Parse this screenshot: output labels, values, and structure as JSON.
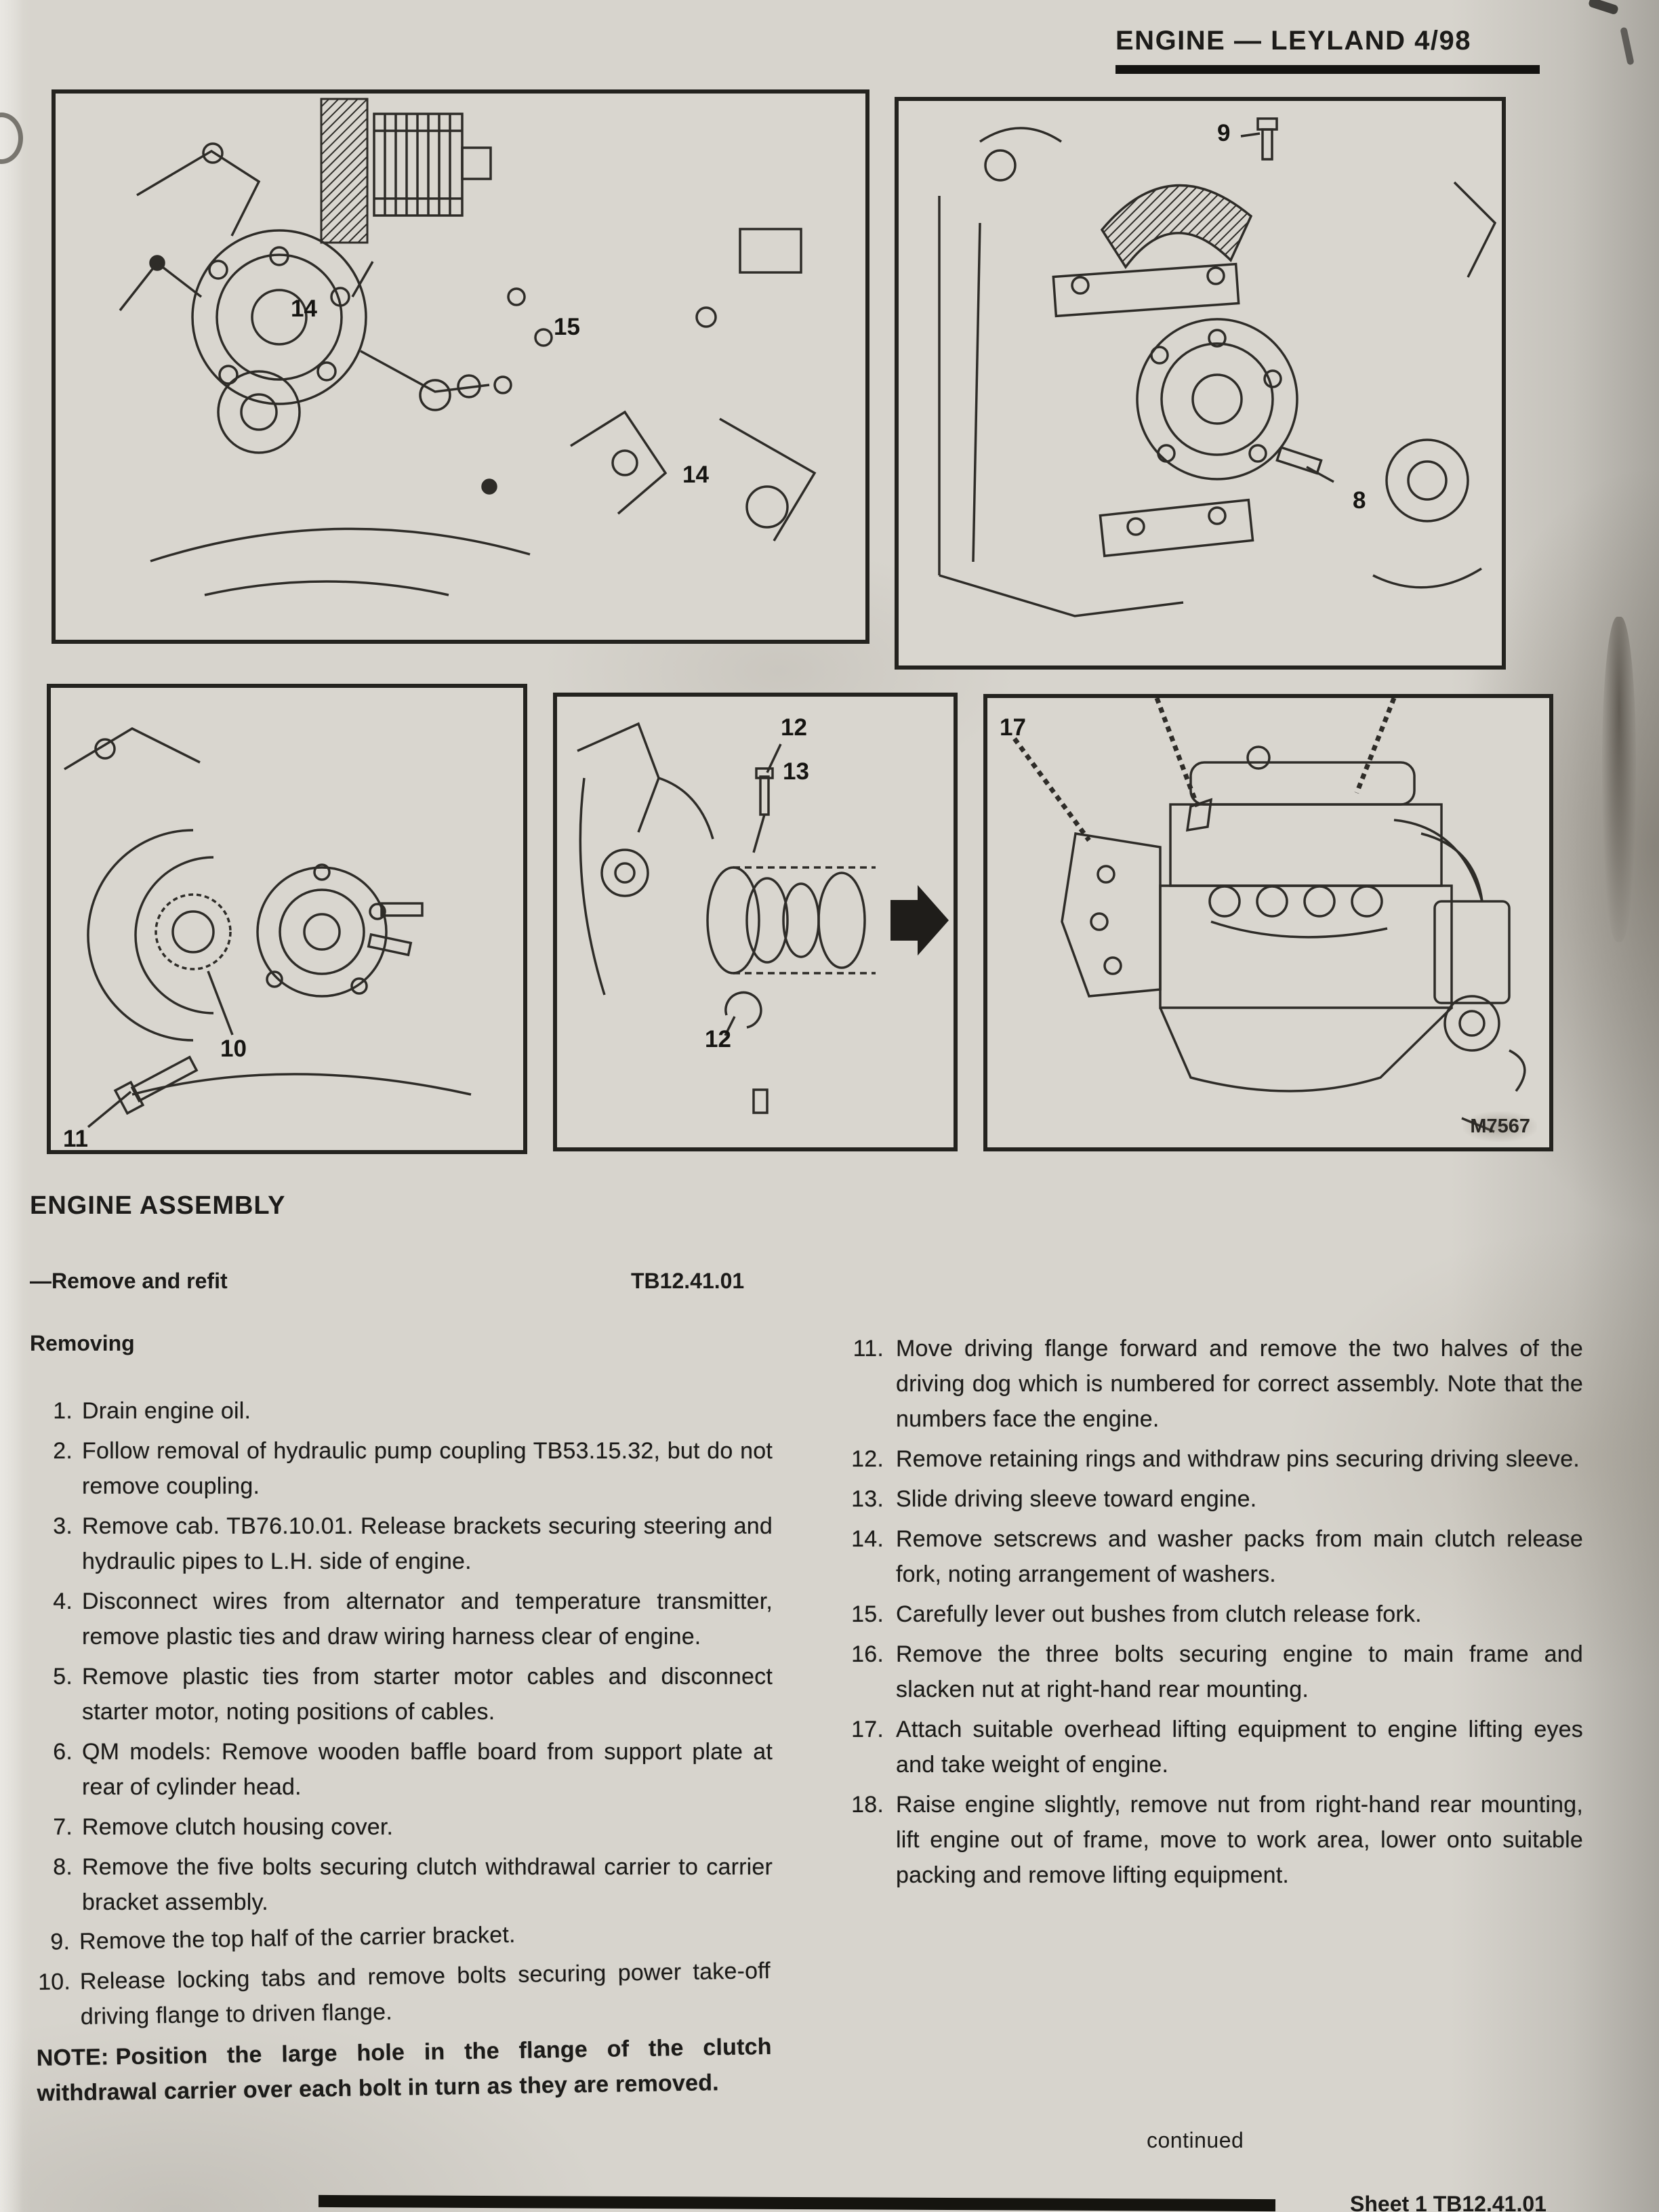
{
  "header": {
    "title": "ENGINE — LEYLAND 4/98"
  },
  "figures": {
    "fig_a": {
      "callouts": [
        "14",
        "15",
        "14"
      ]
    },
    "fig_b": {
      "callouts": [
        "9",
        "8"
      ]
    },
    "fig_c": {
      "callouts": [
        "10",
        "11"
      ]
    },
    "fig_d": {
      "callouts": [
        "12",
        "13",
        "12"
      ]
    },
    "fig_e": {
      "callouts": [
        "17"
      ],
      "code": "M7567"
    }
  },
  "section": {
    "title": "ENGINE ASSEMBLY",
    "subtitle": "—Remove and refit",
    "reference": "TB12.41.01",
    "removing_heading": "Removing"
  },
  "steps_left": [
    {
      "num": "1.",
      "text": "Drain engine oil."
    },
    {
      "num": "2.",
      "text": "Follow removal of hydraulic pump coupling TB53.15.32, but do not remove coupling."
    },
    {
      "num": "3.",
      "text": "Remove cab. TB76.10.01. Release brackets securing steering and hydraulic pipes to L.H. side of engine."
    },
    {
      "num": "4.",
      "text": "Disconnect wires from alternator and temperature transmitter, remove plastic ties and draw wiring harness clear of engine."
    },
    {
      "num": "5.",
      "text": "Remove plastic ties from starter motor cables and disconnect starter motor, noting positions of cables."
    },
    {
      "num": "6.",
      "text": "QM models: Remove wooden baffle board from support plate at rear of cylinder head."
    },
    {
      "num": "7.",
      "text": "Remove clutch housing cover."
    },
    {
      "num": "8.",
      "text": "Remove the five bolts securing clutch withdrawal carrier to carrier bracket assembly."
    },
    {
      "num": "9.",
      "text": "Remove the top half of the carrier bracket."
    },
    {
      "num": "10.",
      "text": "Release locking tabs and remove bolts securing power take-off driving flange to driven flange."
    }
  ],
  "note": {
    "label": "NOTE:",
    "text": "Position the large hole in the flange of the clutch withdrawal carrier over each bolt in turn as they are removed."
  },
  "steps_right": [
    {
      "num": "11.",
      "text": "Move driving flange forward and remove the two halves of the driving dog which is numbered for correct assembly. Note that the numbers face the engine."
    },
    {
      "num": "12.",
      "text": "Remove retaining rings and withdraw pins securing driving sleeve."
    },
    {
      "num": "13.",
      "text": "Slide driving sleeve toward engine."
    },
    {
      "num": "14.",
      "text": "Remove setscrews and washer packs from main clutch release fork, noting arrangement of washers."
    },
    {
      "num": "15.",
      "text": "Carefully lever out bushes from clutch release fork."
    },
    {
      "num": "16.",
      "text": "Remove the three bolts securing engine to main frame and slacken nut at right-hand rear mounting."
    },
    {
      "num": "17.",
      "text": "Attach suitable overhead lifting equipment to engine lifting eyes and take weight of engine."
    },
    {
      "num": "18.",
      "text": "Raise engine slightly, remove nut from right-hand rear mounting, lift engine out of frame, move to work area, lower onto suitable packing and remove lifting equipment."
    }
  ],
  "footer": {
    "continued": "continued",
    "sheet_ref": "Sheet 1  TB12.41.01"
  }
}
